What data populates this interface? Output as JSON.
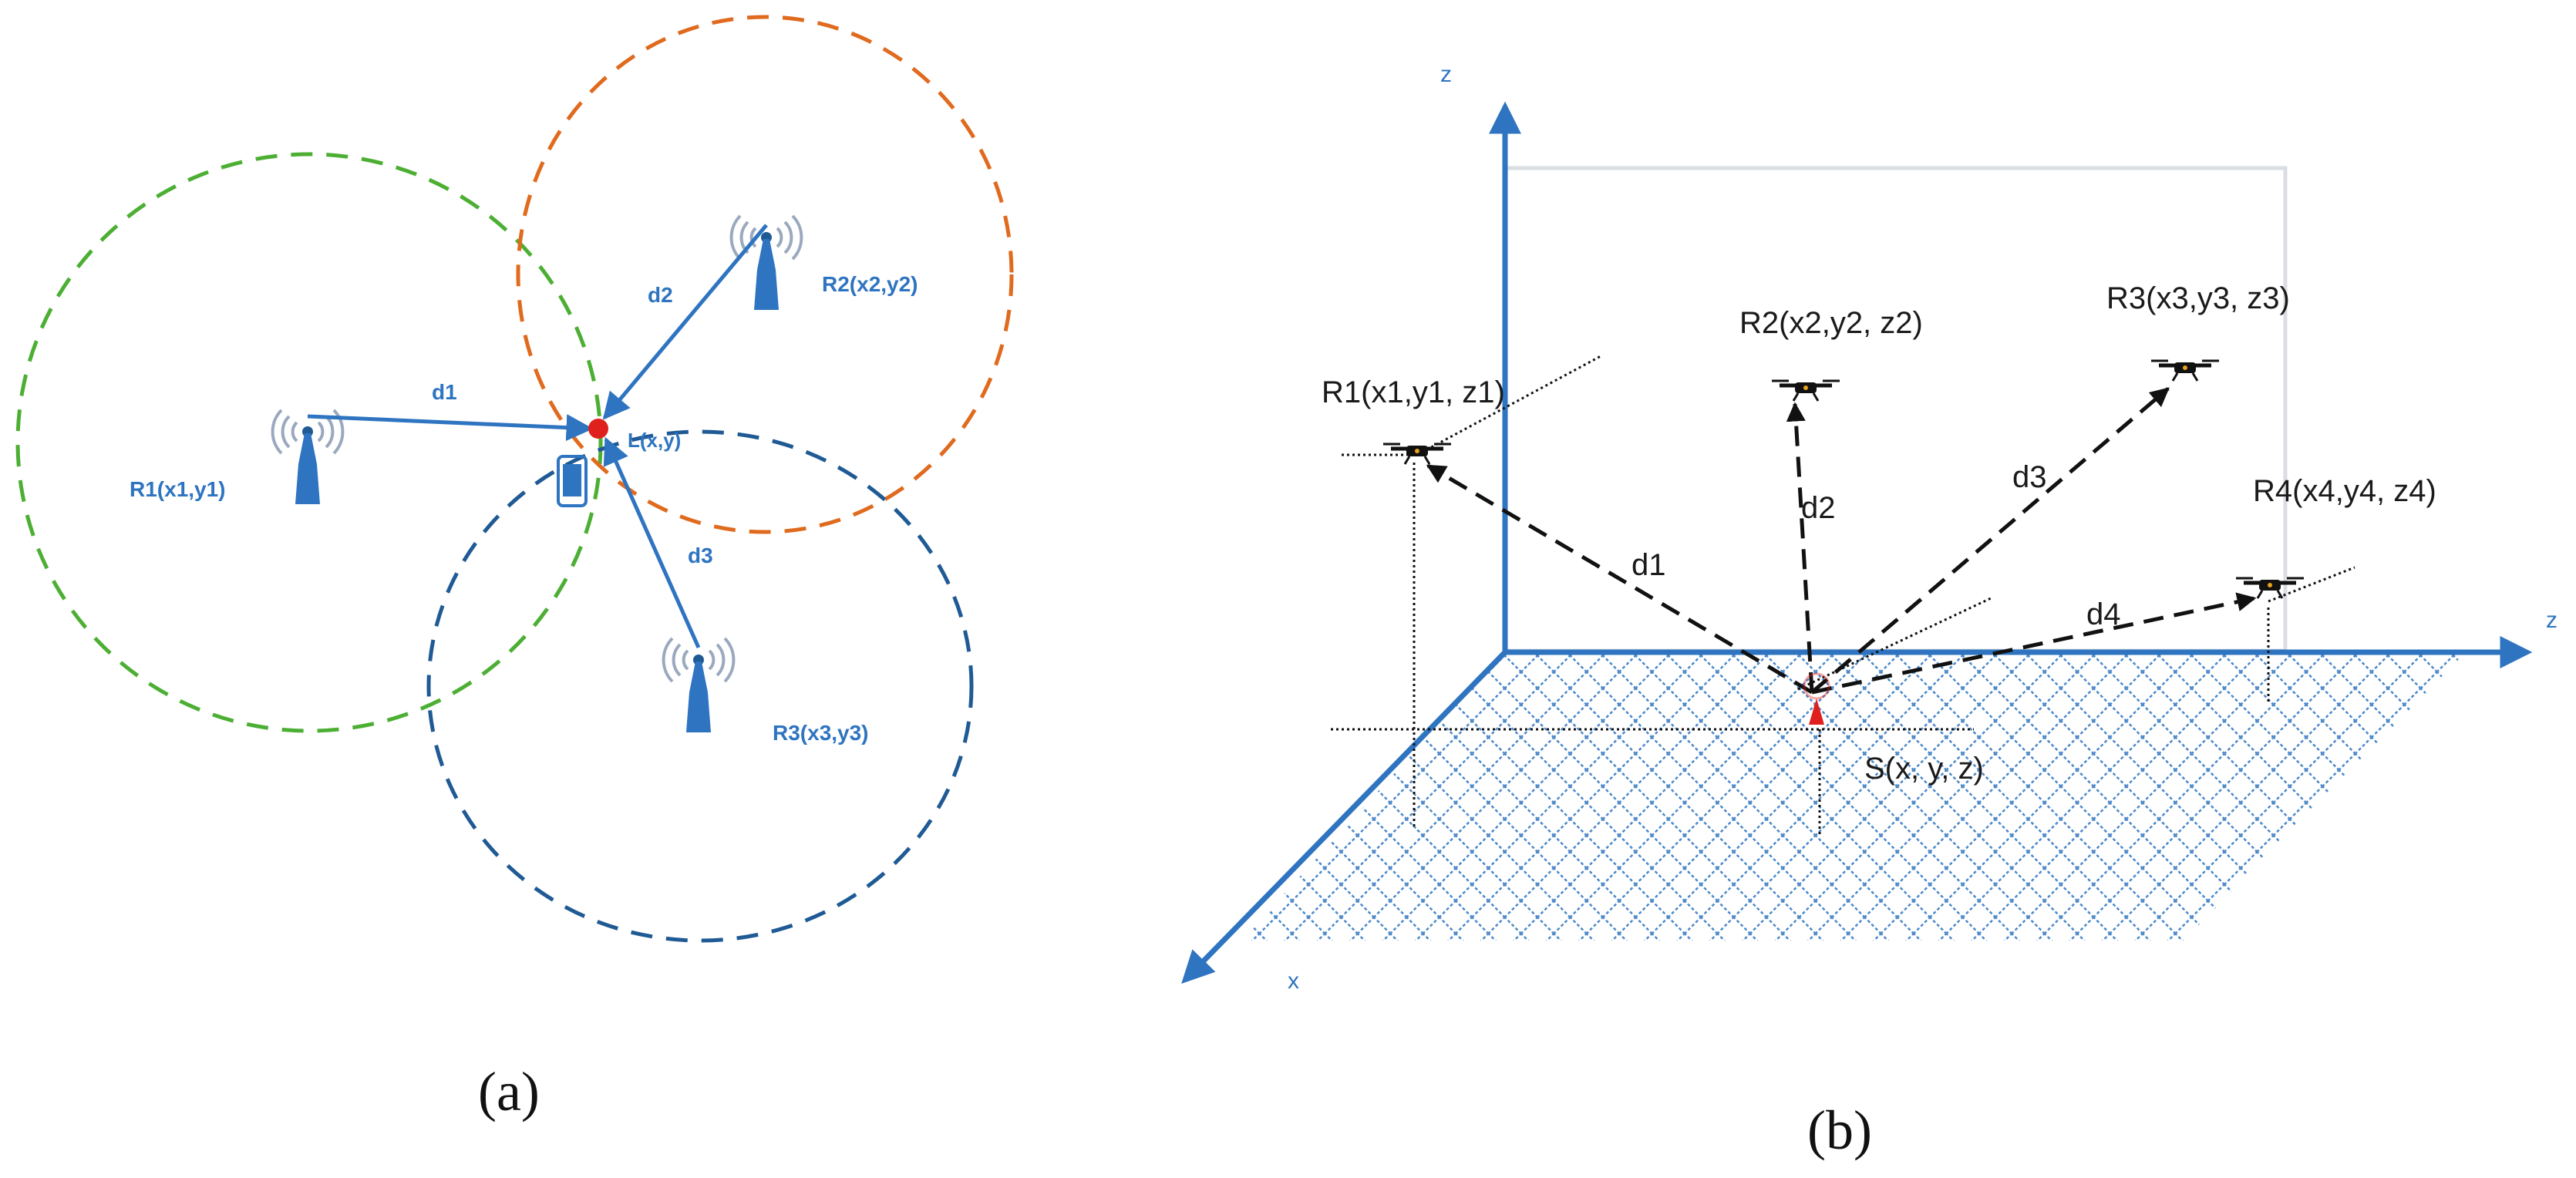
{
  "panel_a": {
    "caption": "(a)",
    "r1_label": "R1(x1,y1)",
    "r2_label": "R2(x2,y2)",
    "r3_label": "R3(x3,y3)",
    "target_label": "L(x,y)",
    "d1_label": "d1",
    "d2_label": "d2",
    "d3_label": "d3",
    "colors": {
      "circle_r1": "#4CAF34",
      "circle_r2": "#E06A1E",
      "circle_r3": "#1F5A94",
      "accent": "#2E74C0",
      "target": "#E0201C"
    }
  },
  "panel_b": {
    "caption": "(b)",
    "axis_z_vertical": "z",
    "axis_z_horizontal": "z",
    "axis_x": "x",
    "r1_label": "R1(x1,y1, z1)",
    "r2_label": "R2(x2,y2, z2)",
    "r3_label": "R3(x3,y3, z3)",
    "r4_label": "R4(x4,y4, z4)",
    "source_label": "S(x, y, z)",
    "d1_label": "d1",
    "d2_label": "d2",
    "d3_label": "d3",
    "d4_label": "d4",
    "colors": {
      "axis": "#2E74C0",
      "floor": "#2E74C0",
      "source": "#E0201C"
    }
  }
}
